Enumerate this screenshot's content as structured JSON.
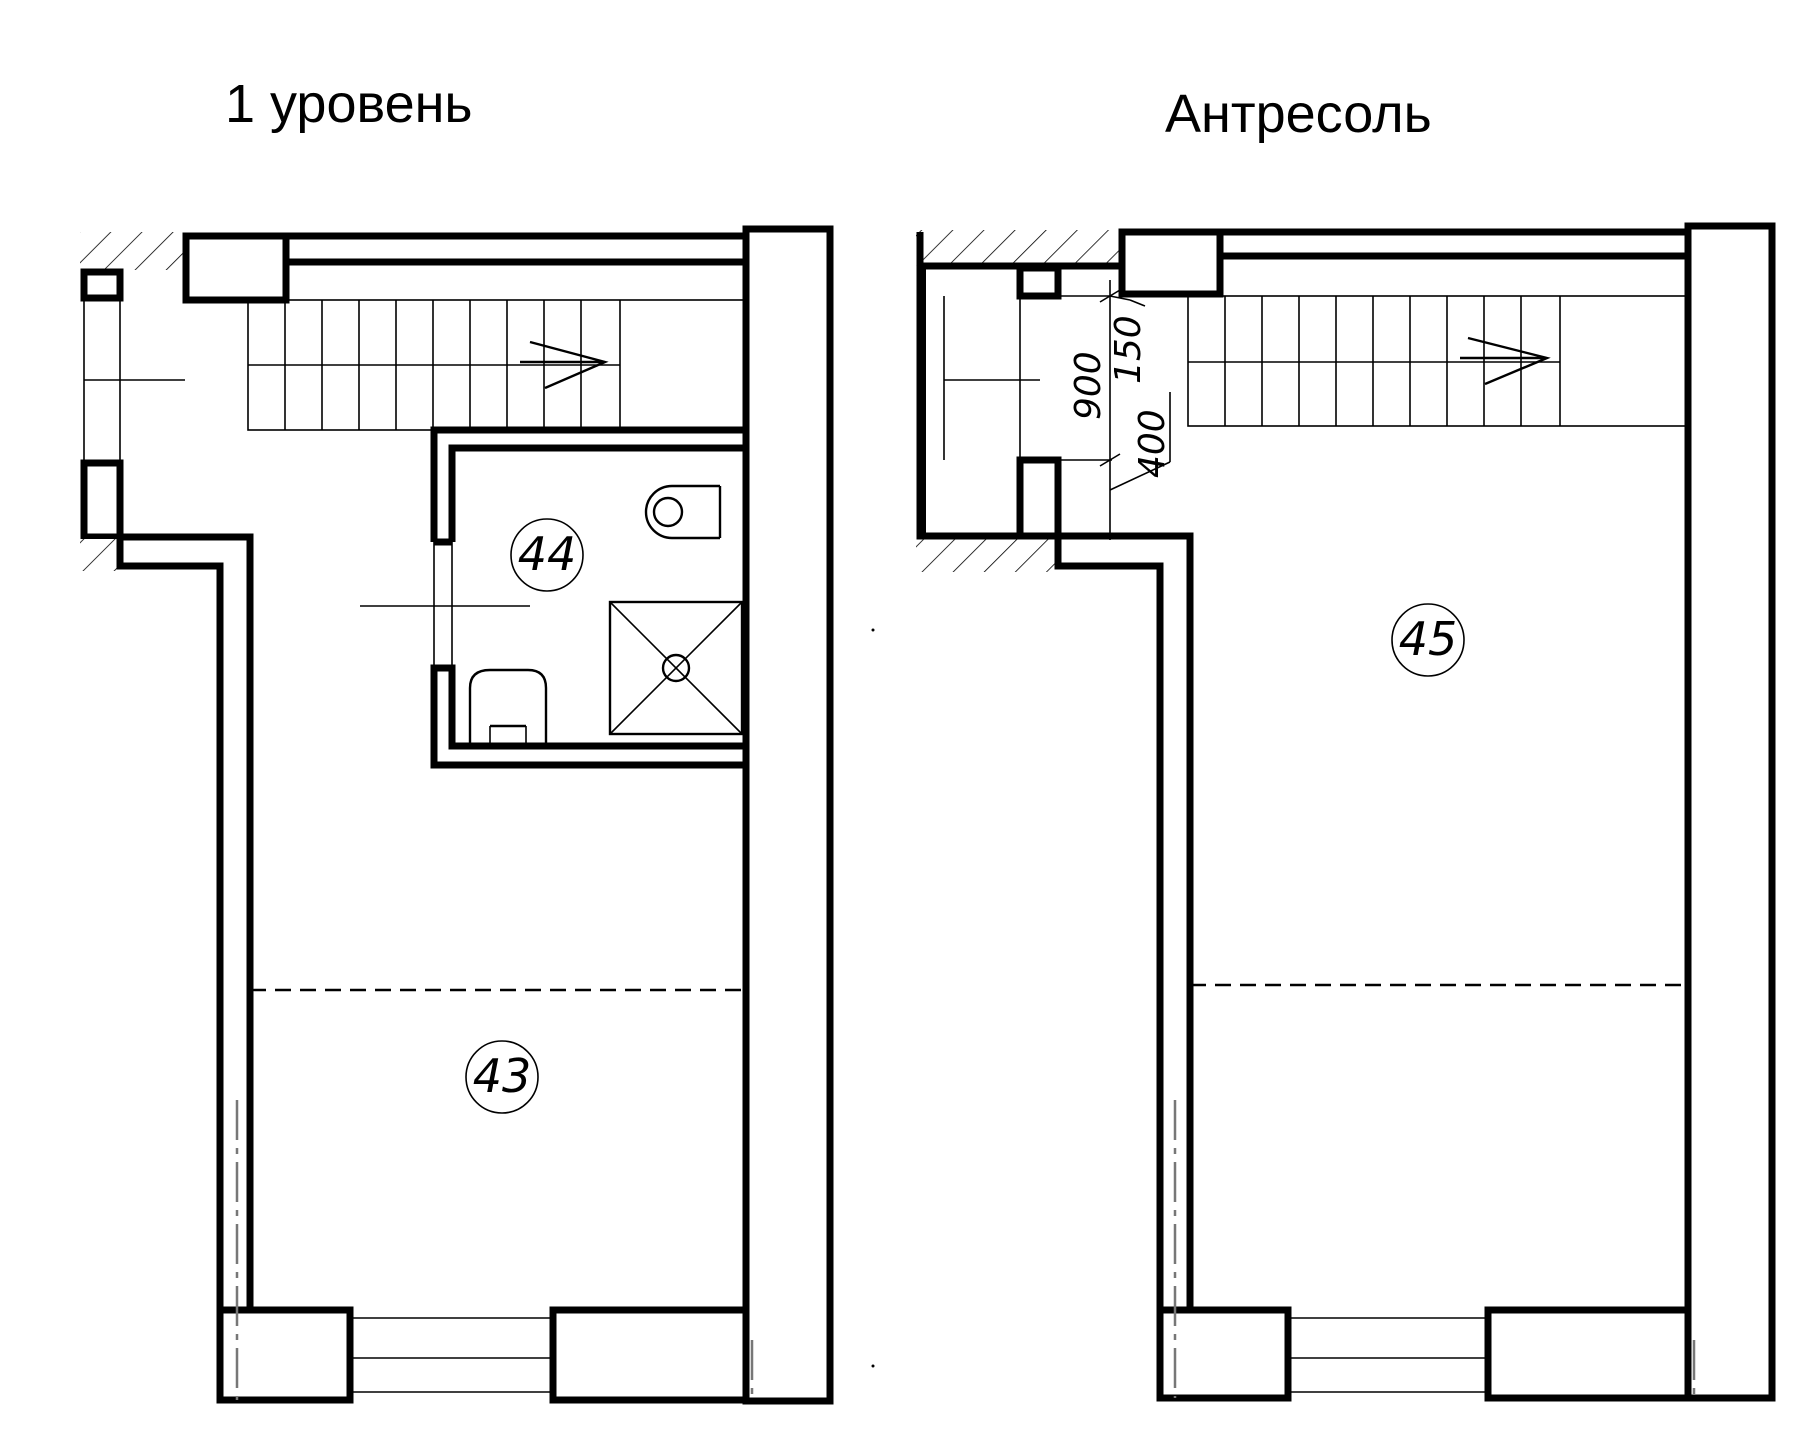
{
  "titles": {
    "level1": "1 уровень",
    "mezzanine": "Антресоль"
  },
  "rooms": {
    "room43": "43",
    "room44": "44",
    "room45": "45"
  },
  "dimensions": {
    "d900": "900",
    "d150": "150",
    "d400": "400"
  },
  "icons": {
    "stair_arrow": "stair-direction-arrow-icon",
    "shower": "shower-tray-icon",
    "toilet": "toilet-icon",
    "sink": "washbasin-icon"
  },
  "colors": {
    "line": "#000000",
    "background": "#ffffff",
    "grey_marks": "#777777"
  }
}
